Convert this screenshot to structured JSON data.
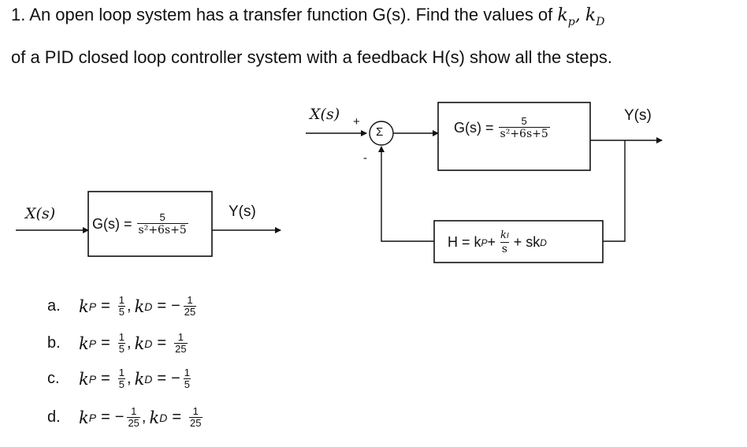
{
  "question": {
    "number": "1.",
    "line1_text": "An open loop system has a transfer function G(s). Find the values of",
    "line1_vars": {
      "kp": "k",
      "kp_sub": "p",
      "sep": ",",
      "kd": "k",
      "kd_sub": "D"
    },
    "line2_text": "of a PID closed loop controller system with a feedback H(s) show all the steps."
  },
  "open_loop": {
    "input_label": "X(s)",
    "output_label": "Y(s)",
    "block": {
      "lhs": "G(s) =",
      "num": "5",
      "den": "s²+6s+5"
    }
  },
  "closed_loop": {
    "input_label": "X(s)",
    "plus_sign": "+",
    "minus_sign": "-",
    "summer_symbol": "Σ",
    "output_label": "Y(s)",
    "forward_block": {
      "lhs": "G(s) =",
      "num": "5",
      "den": "s²+6s+5"
    },
    "feedback_block": {
      "lhs": "H = k",
      "lhs_sub": "P",
      "plus1": " +",
      "num": "k",
      "num_sub": "I",
      "den": "s",
      "plus2": "+ sk",
      "tail_sub": "D"
    }
  },
  "options": [
    {
      "letter": "a.",
      "kp_neg": "",
      "kp_num": "1",
      "kp_den": "5",
      "kd_neg": "−",
      "kd_num": "1",
      "kd_den": "25"
    },
    {
      "letter": "b.",
      "kp_neg": "",
      "kp_num": "1",
      "kp_den": "5",
      "kd_neg": "",
      "kd_num": "1",
      "kd_den": "25"
    },
    {
      "letter": "c.",
      "kp_neg": "",
      "kp_num": "1",
      "kp_den": "5",
      "kd_neg": "−",
      "kd_num": "1",
      "kd_den": "5"
    },
    {
      "letter": "d.",
      "kp_neg": "−",
      "kp_num": "1",
      "kp_den": "25",
      "kd_neg": "",
      "kd_num": "1",
      "kd_den": "25"
    }
  ],
  "option_symbols": {
    "k": "k",
    "p_sub": "P",
    "d_sub": "D",
    "eq": "=",
    "comma": ","
  }
}
